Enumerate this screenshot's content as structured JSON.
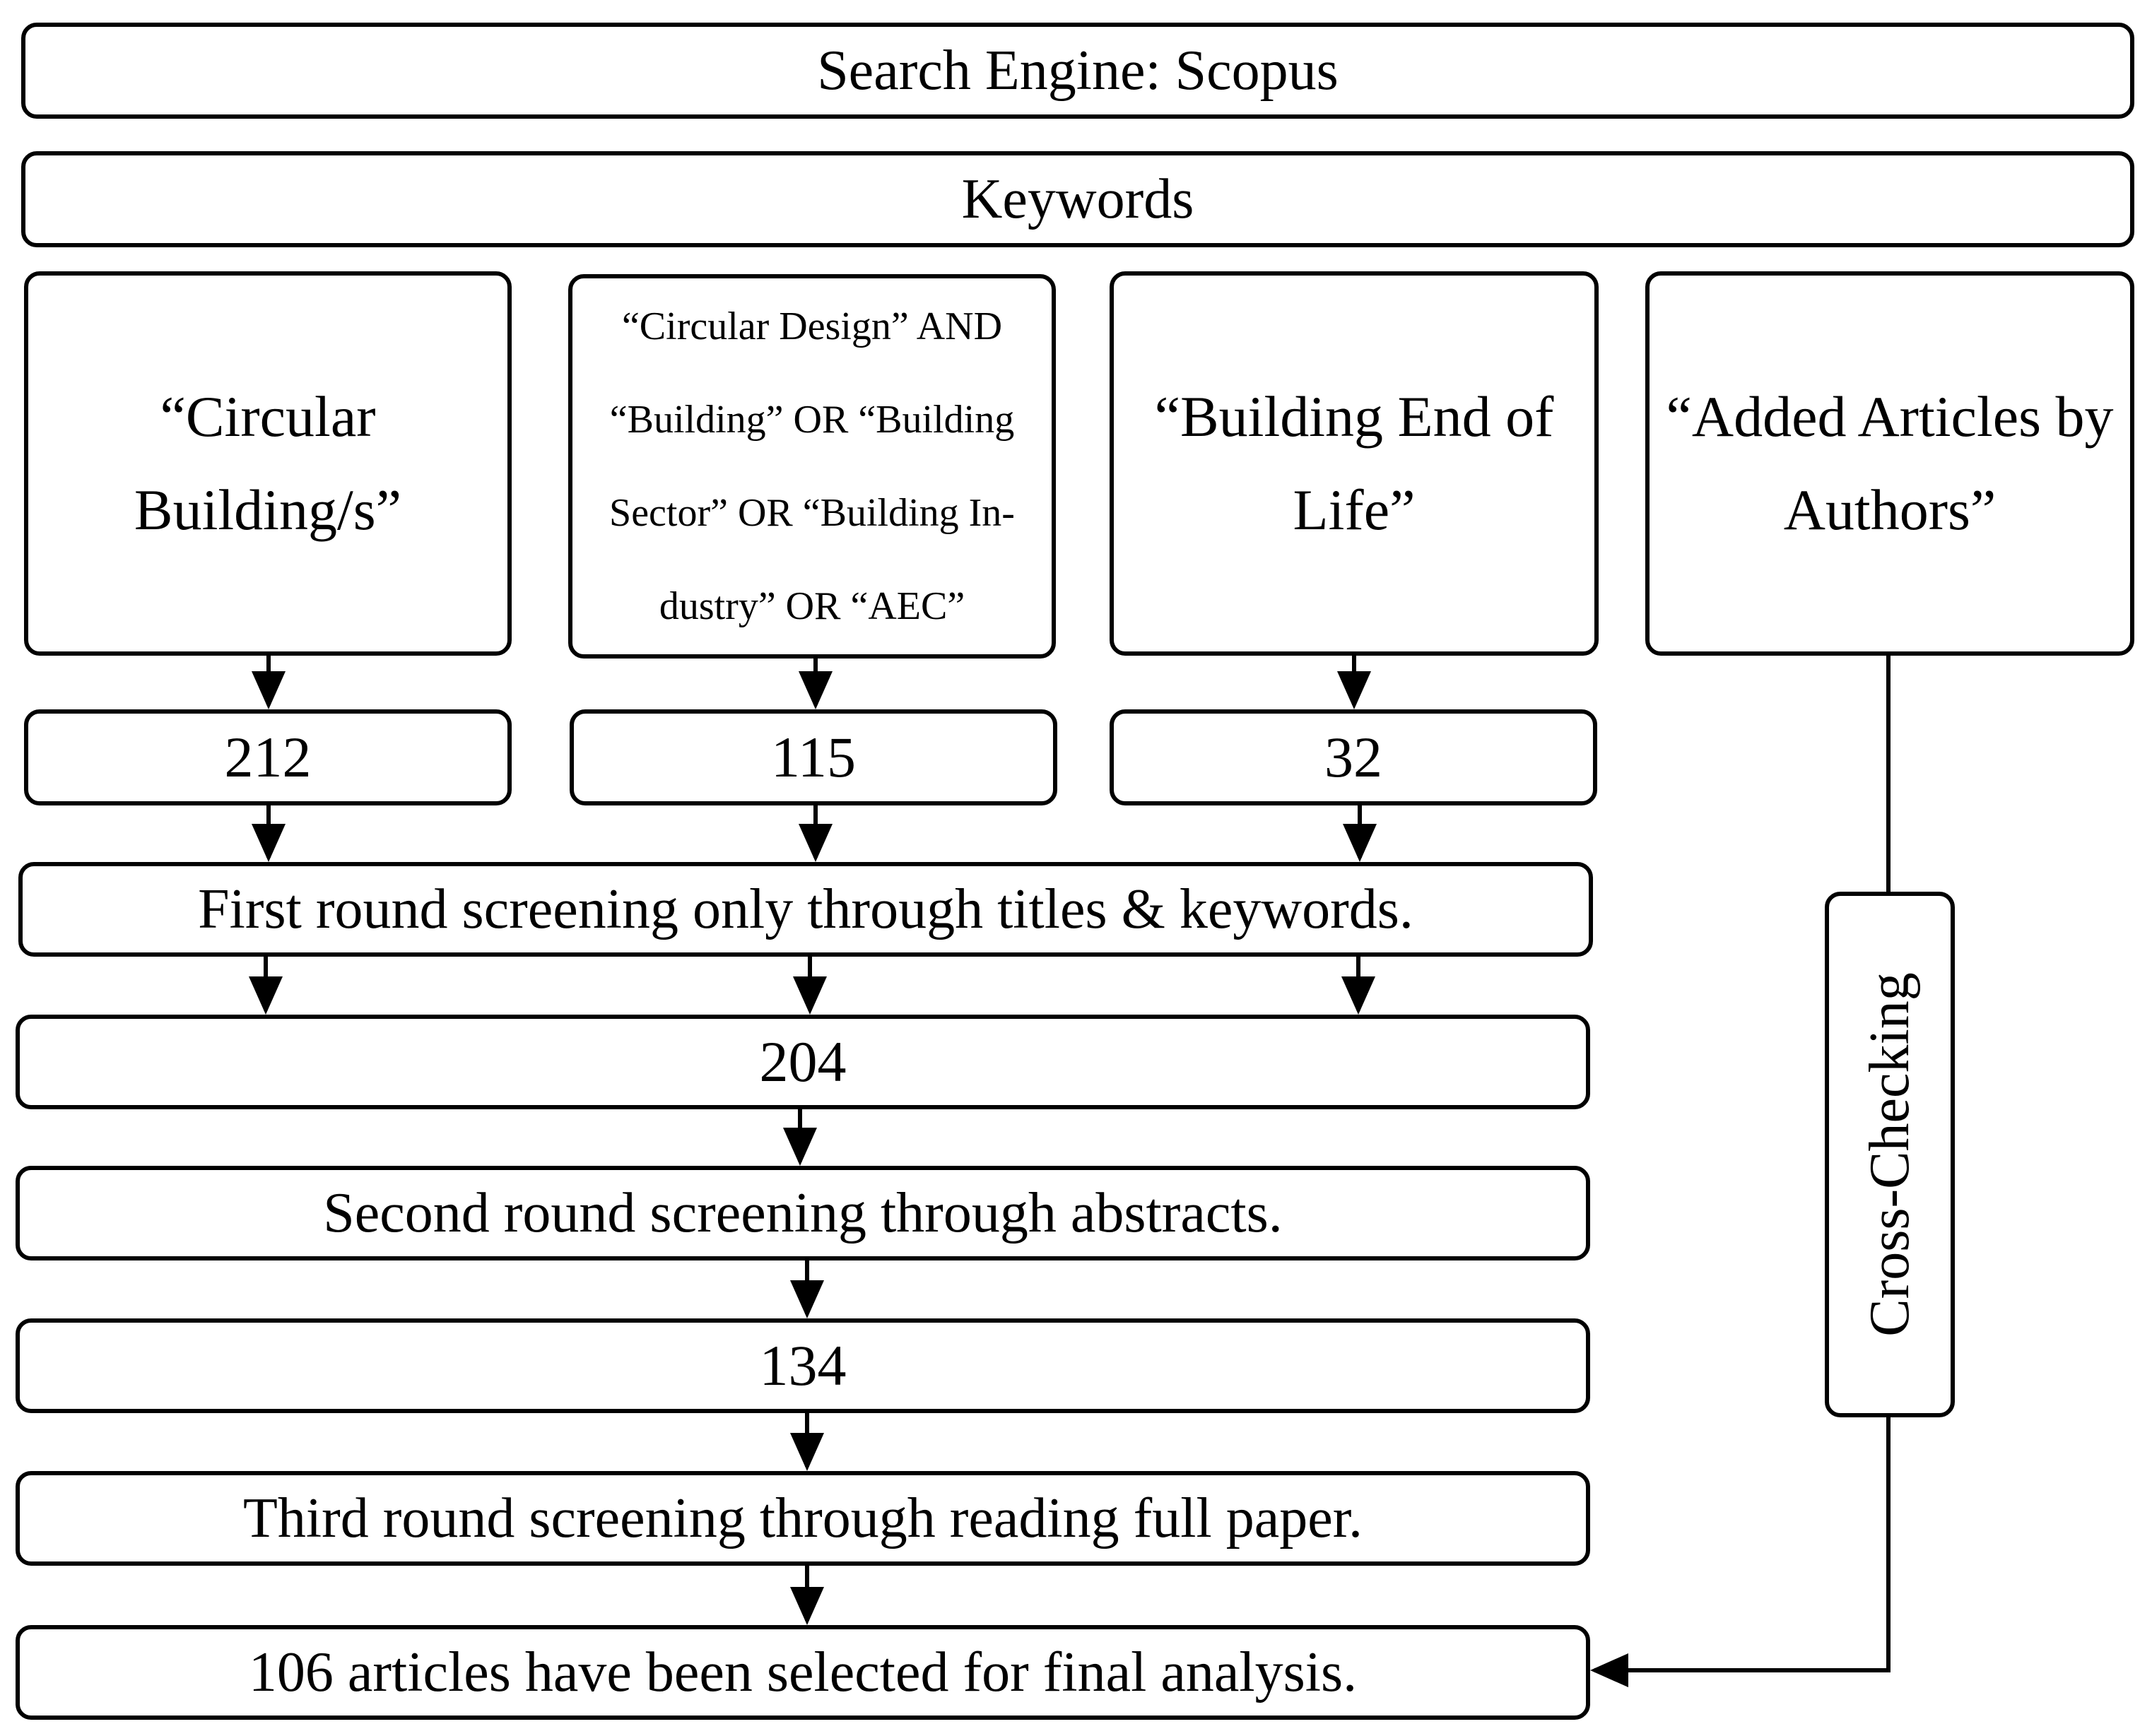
{
  "search_engine": "Search Engine: Scopus",
  "keywords_header": "Keywords",
  "keyword_groups": [
    "“Circular Building/s”",
    "“Circular Design” AND “Building” OR “Building Sector” OR “Building In-dustry” OR “AEC”",
    "“Building End of Life”",
    "“Added Articles by Authors”"
  ],
  "counts": [
    "212",
    "115",
    "32"
  ],
  "first_round": "First round screening only through titles & keywords.",
  "after_first": "204",
  "second_round": "Second round screening through abstracts.",
  "after_second": "134",
  "third_round": "Third round screening through reading full paper.",
  "final": "106 articles have been selected for final analysis.",
  "cross_checking": "Cross-Checking"
}
